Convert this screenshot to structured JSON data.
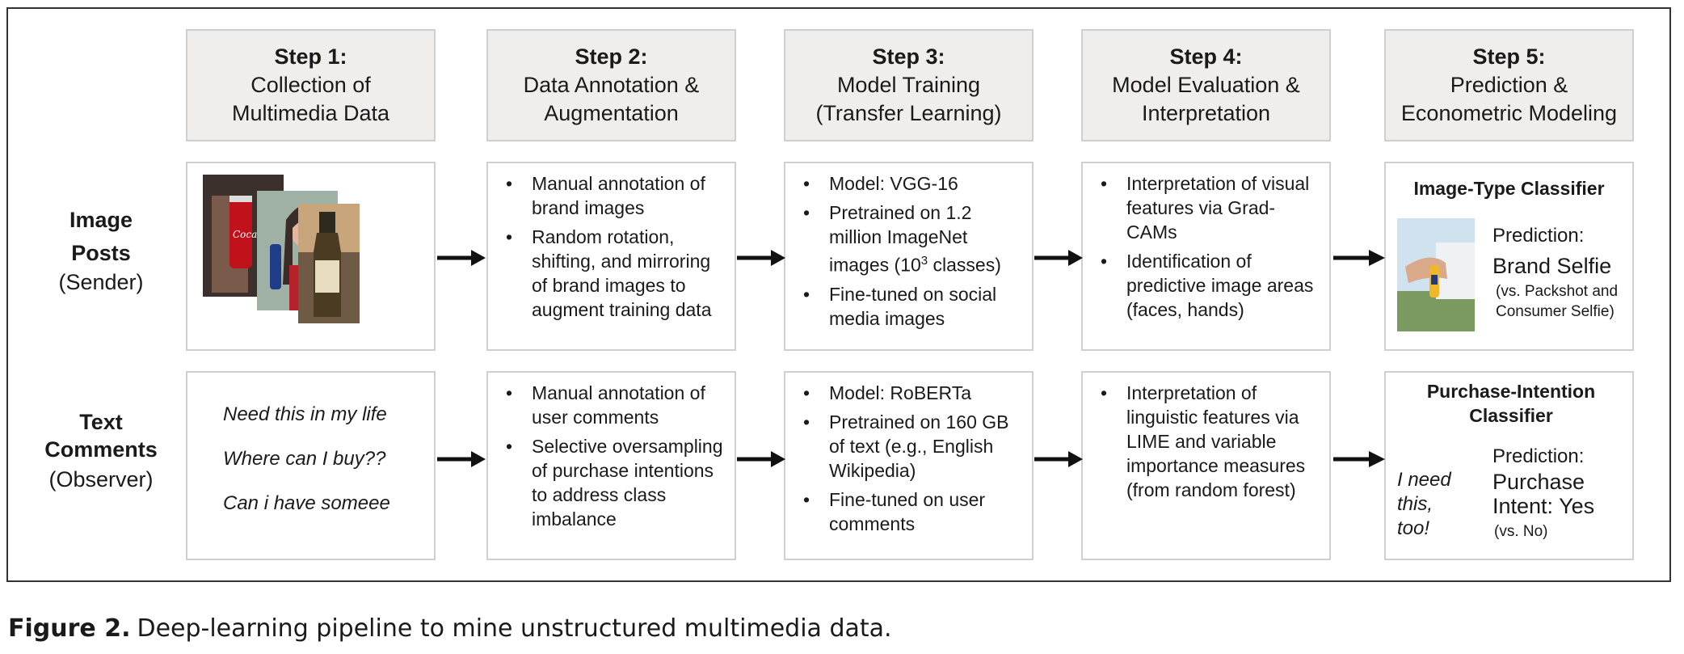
{
  "steps": [
    {
      "num": "Step 1:",
      "lines": [
        "Collection of",
        "Multimedia Data"
      ]
    },
    {
      "num": "Step 2:",
      "lines": [
        "Data Annotation &",
        "Augmentation"
      ]
    },
    {
      "num": "Step 3:",
      "lines": [
        "Model Training",
        "(Transfer Learning)"
      ]
    },
    {
      "num": "Step 4:",
      "lines": [
        "Model Evaluation &",
        "Interpretation"
      ]
    },
    {
      "num": "Step 5:",
      "lines": [
        "Prediction &",
        "Econometric Modeling"
      ]
    }
  ],
  "rows": [
    {
      "title_lines": [
        "Image",
        "Posts"
      ],
      "sub": "(Sender)"
    },
    {
      "title_lines": [
        "Text",
        "Comments"
      ],
      "sub": "(Observer)"
    }
  ],
  "bullet_char": "•",
  "image_row": {
    "step2": [
      "Manual annotation of brand images",
      "Random rotation, shifting, and mirroring of brand images to augment training data"
    ],
    "step3": {
      "b1": "Model: VGG-16",
      "b2_pre": "Pretrained on 1.2 million ImageNet images (10",
      "b2_sup": "3",
      "b2_post": " classes)",
      "b3": "Fine-tuned on social media images"
    },
    "step4": [
      "Interpretation of visual features via Grad-CAMs",
      "Identification of predictive image areas (faces, hands)"
    ],
    "step5": {
      "title": "Image-Type Classifier",
      "pred_label": "Prediction:",
      "pred_value": "Brand Selfie",
      "pred_alt": "(vs. Packshot and Consumer Selfie)"
    }
  },
  "text_row": {
    "comments": [
      "Need this in my life",
      "Where can I buy??",
      "Can i have someee"
    ],
    "step2": [
      "Manual annotation of user comments",
      "Selective oversampling of purchase intentions to address class imbalance"
    ],
    "step3": [
      "Model: RoBERTa",
      "Pretrained on 160 GB of text (e.g., English Wikipedia)",
      "Fine-tuned on user comments"
    ],
    "step4": [
      "Interpretation of linguistic features via LIME and variable importance measures (from random forest)"
    ],
    "step5": {
      "title": "Purchase-Intention Classifier",
      "example": "I need this, too!",
      "pred_label": "Prediction:",
      "pred_value": "Purchase Intent: Yes",
      "pred_alt": "(vs. No)"
    }
  },
  "caption": {
    "label": "Figure 2.",
    "text": "Deep-learning pipeline to mine unstructured multimedia data."
  },
  "colors": {
    "header_fill": "#efeeec",
    "box_border": "#cfcfcf",
    "frame": "#333333",
    "arrow": "#111111"
  }
}
